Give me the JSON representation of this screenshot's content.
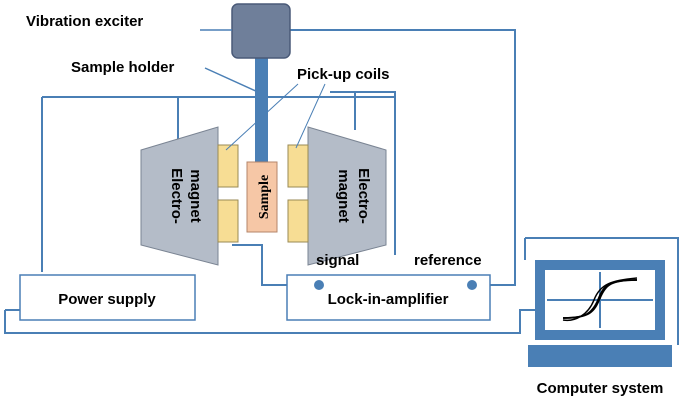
{
  "labels": {
    "vibration_exciter": "Vibration exciter",
    "sample_holder": "Sample holder",
    "pickup_coils": "Pick-up coils",
    "electromagnet_left_1": "Electro-",
    "electromagnet_left_2": "magnet",
    "electromagnet_right_1": "Electro-",
    "electromagnet_right_2": "magnet",
    "sample": "Sample",
    "signal": "signal",
    "reference": "reference",
    "power_supply": "Power supply",
    "lock_in": "Lock-in-amplifier",
    "computer": "Computer system"
  },
  "colors": {
    "wire": "#4a7fb5",
    "exciter": "#6f7f9a",
    "holder": "#4a7fb5",
    "magnet": "#b4bcc8",
    "coil": "#f7dd94",
    "sample": "#f6c7a6",
    "screen": "#4a7fb5"
  }
}
